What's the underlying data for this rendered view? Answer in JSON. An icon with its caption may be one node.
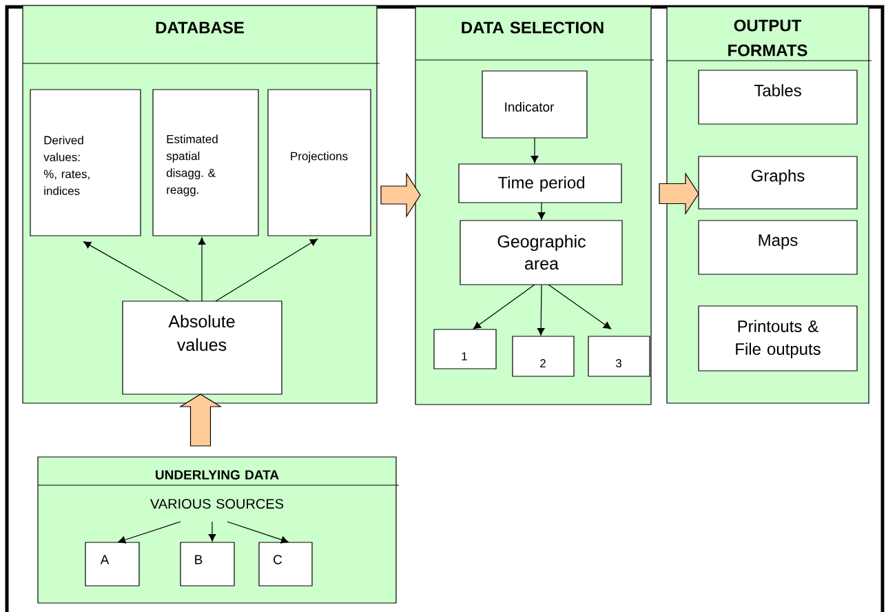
{
  "diagram": {
    "nodes": [
      {
        "text": [
          "DATABASE"
        ]
      },
      {
        "text": [
          "Derived values: %, rates, indices"
        ],
        "in": 0
      },
      {
        "text": [
          "Estimated spatial disagg. & reagg."
        ],
        "in": 0
      },
      {
        "text": [
          "Projections"
        ],
        "in": 0
      },
      {
        "text": [
          "Absolute values"
        ],
        "in": 0
      },
      {
        "text": [
          "DATA SELECTION"
        ]
      },
      {
        "text": [
          "Indicator"
        ],
        "in": 5
      },
      {
        "text": [
          "Time period"
        ],
        "in": 5
      },
      {
        "text": [
          "Geographic area"
        ],
        "in": 5
      },
      {
        "text": [
          "1"
        ],
        "in": 5
      },
      {
        "text": [
          "2"
        ],
        "in": 5
      },
      {
        "text": [
          "3"
        ],
        "in": 5
      },
      {
        "text": [
          "OUTPUT FORMATS"
        ]
      },
      {
        "text": [
          "Tables"
        ],
        "in": 12
      },
      {
        "text": [
          "Graphs"
        ],
        "in": 12
      },
      {
        "text": [
          "Maps"
        ],
        "in": 12
      },
      {
        "text": [
          "Printouts & File outputs"
        ],
        "in": 12
      },
      {
        "text": [
          "UNDERLYING DATA"
        ]
      },
      {
        "text": [
          "VARIOUS SOURCES"
        ],
        "in": 17
      },
      {
        "text": [
          "A"
        ],
        "in": 17
      },
      {
        "text": [
          "B"
        ],
        "in": 17
      },
      {
        "text": [
          "C"
        ],
        "in": 17
      }
    ],
    "edges": [
      {
        "from": 17,
        "to": 4,
        "arrow": "to",
        "style": "thick",
        "color": "#ffcc99"
      },
      {
        "from": 4,
        "to": 1,
        "arrow": "to"
      },
      {
        "from": 4,
        "to": 2,
        "arrow": "to"
      },
      {
        "from": 4,
        "to": 3,
        "arrow": "to"
      },
      {
        "from": 0,
        "to": 5,
        "arrow": "to",
        "style": "thick",
        "color": "#ffcc99"
      },
      {
        "from": 6,
        "to": 7,
        "arrow": "to"
      },
      {
        "from": 7,
        "to": 8,
        "arrow": "to"
      },
      {
        "from": 8,
        "to": 9,
        "arrow": "to"
      },
      {
        "from": 8,
        "to": 10,
        "arrow": "to"
      },
      {
        "from": 8,
        "to": 11,
        "arrow": "to"
      },
      {
        "from": 5,
        "to": 14,
        "arrow": "to",
        "style": "thick",
        "color": "#ffcc99"
      },
      {
        "from": 18,
        "to": 19,
        "arrow": "to"
      },
      {
        "from": 18,
        "to": 20,
        "arrow": "to"
      },
      {
        "from": 18,
        "to": 21,
        "arrow": "to"
      }
    ]
  }
}
